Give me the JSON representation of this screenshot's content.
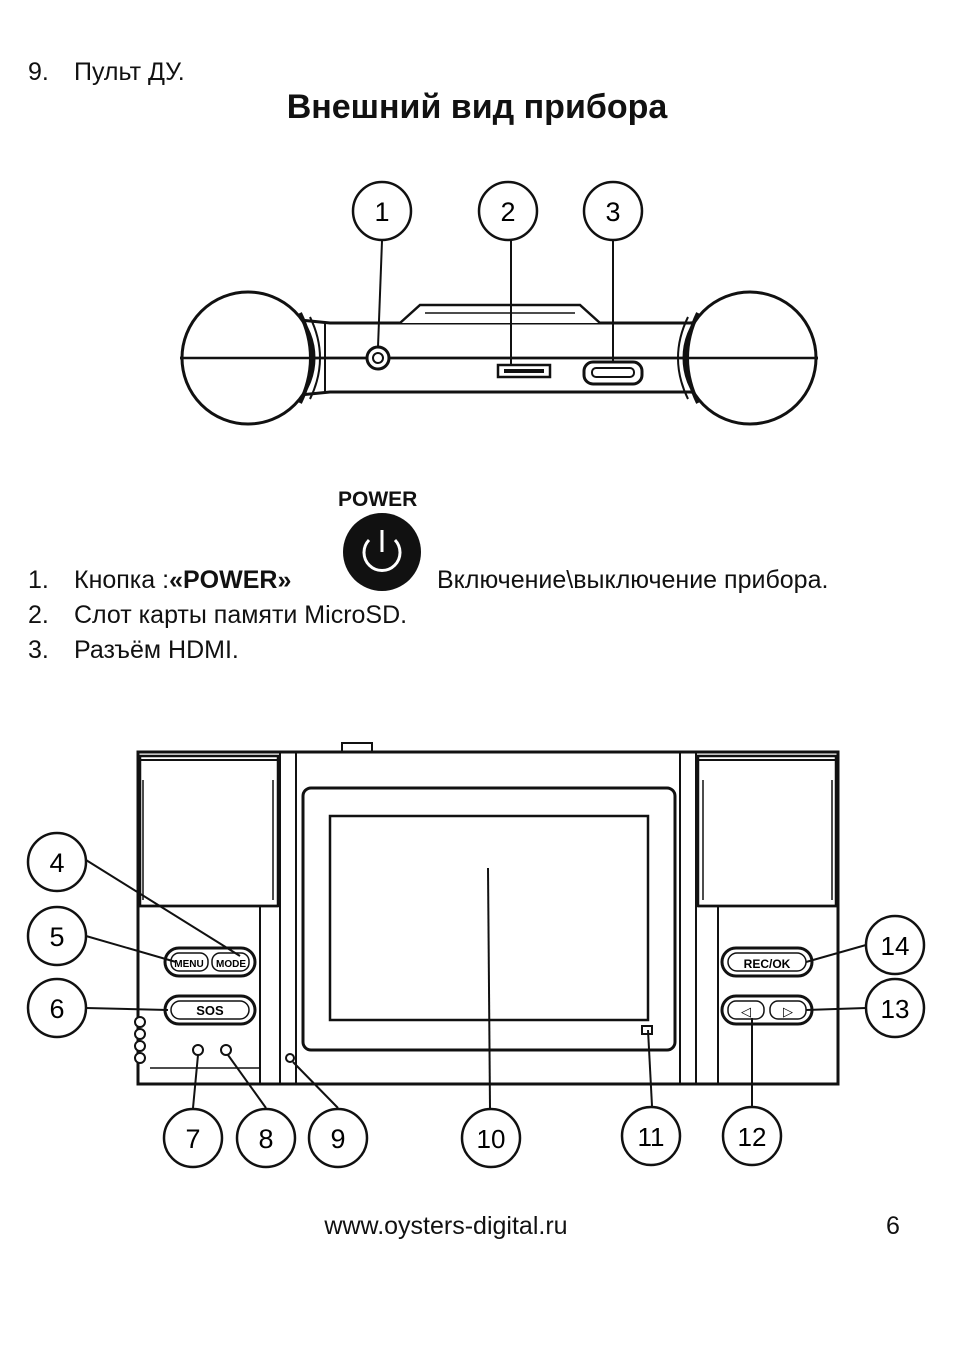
{
  "intro_item": {
    "number": "9.",
    "text": "Пульт ДУ."
  },
  "title": "Внешний вид прибора",
  "top_view_callouts": [
    "1",
    "2",
    "3"
  ],
  "power_caption": "POWER",
  "items": [
    {
      "number": "1.",
      "prefix": "Кнопка :",
      "bold": "«POWER»",
      "suffix": "Включение\\выключение прибора."
    },
    {
      "number": "2.",
      "text": "Слот карты памяти MicroSD."
    },
    {
      "number": "3.",
      "text": "Разъём HDMI."
    }
  ],
  "front_view_callouts": [
    "4",
    "5",
    "6",
    "7",
    "8",
    "9",
    "10",
    "11",
    "12",
    "13",
    "14"
  ],
  "button_labels": {
    "menu": "MENU",
    "mode": "MODE",
    "sos": "SOS",
    "rec_ok": "REC/OK",
    "left": "◁",
    "right": "▷"
  },
  "footer": {
    "url": "www.oysters-digital.ru",
    "page": "6"
  },
  "icons": [
    "power-icon"
  ]
}
